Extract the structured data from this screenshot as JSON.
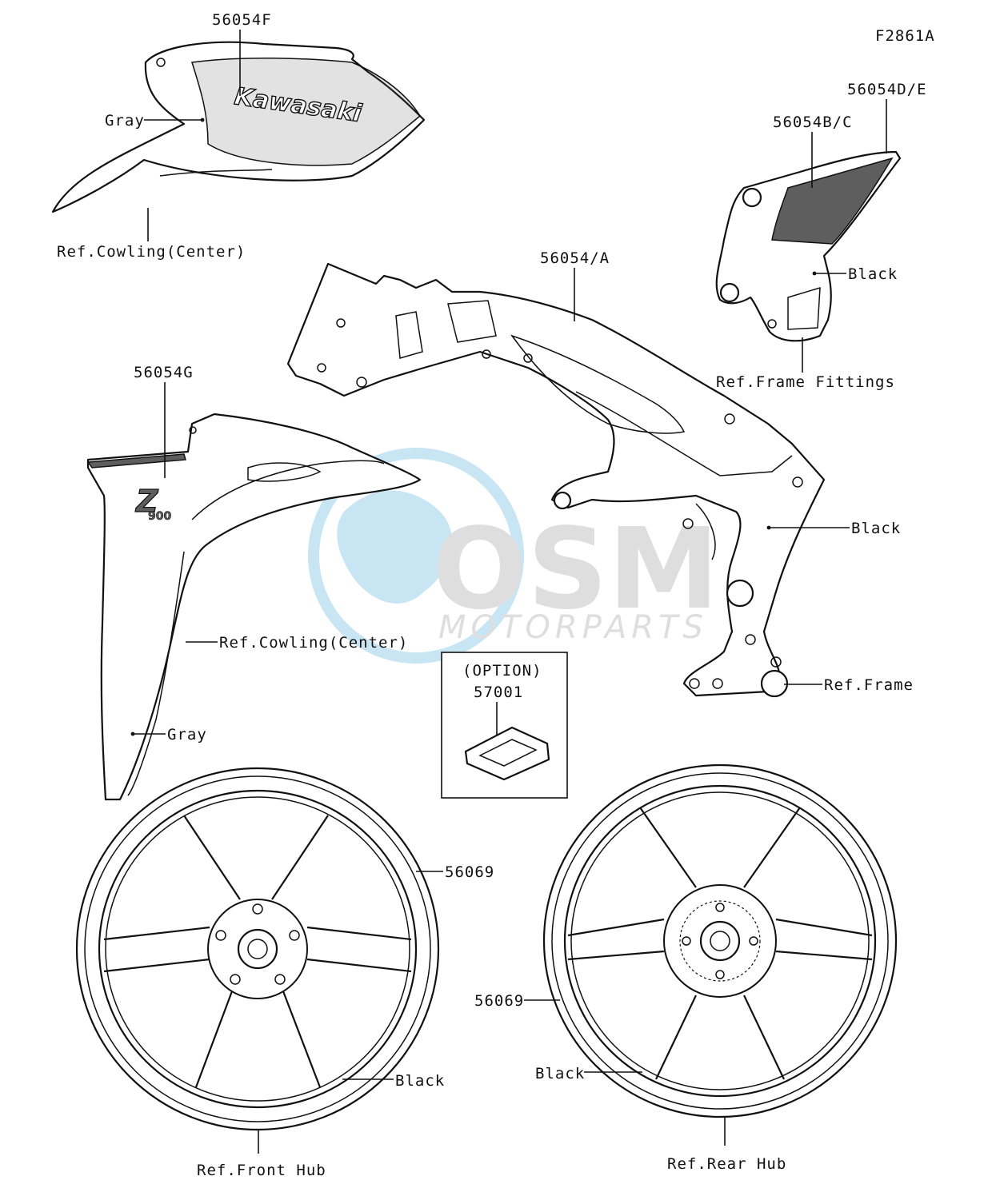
{
  "figure_code": "F2861A",
  "labels": {
    "p56054F": "56054F",
    "p56054DE": "56054D/E",
    "p56054BC": "56054B/C",
    "p56054A": "56054/A",
    "p56054G": "56054G",
    "p57001": "57001",
    "option": "(OPTION)",
    "p56069_front": "56069",
    "p56069_rear": "56069",
    "gray_top": "Gray",
    "gray_lower": "Gray",
    "black_fitting": "Black",
    "black_frame": "Black",
    "black_front": "Black",
    "black_rear": "Black",
    "ref_cowling_top": "Ref.Cowling(Center)",
    "ref_cowling_lower": "Ref.Cowling(Center)",
    "ref_frame_fittings": "Ref.Frame Fittings",
    "ref_frame": "Ref.Frame",
    "ref_front_hub": "Ref.Front Hub",
    "ref_rear_hub": "Ref.Rear Hub"
  },
  "decal_text": {
    "kawasaki": "Kawasaki",
    "z_logo": "Z",
    "z_sub": "900"
  },
  "watermark": {
    "brand": "OSM",
    "sub": "MOTORPARTS"
  },
  "colors": {
    "line": "#111111",
    "decal": "#5e5e5e",
    "watermark_blue": "#3da3d9",
    "watermark_gray": "#8a8a8a"
  }
}
